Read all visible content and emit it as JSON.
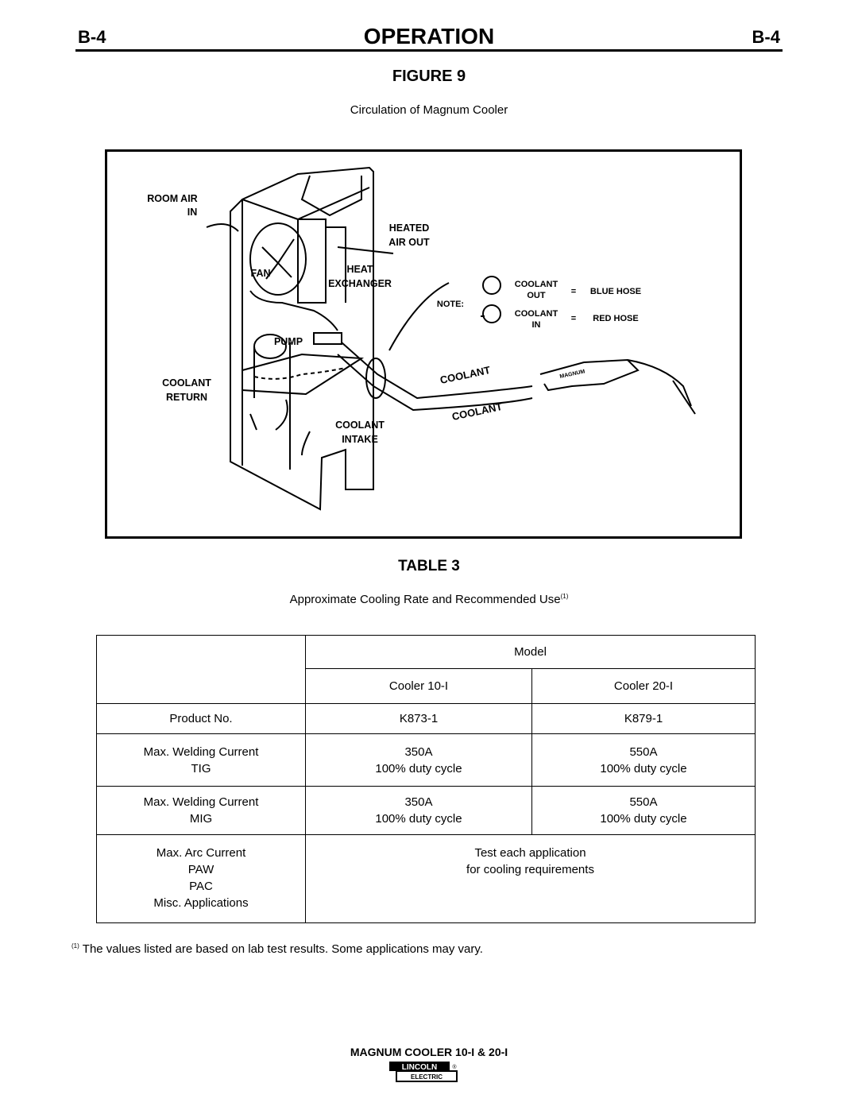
{
  "header": {
    "section_left": "B-4",
    "section_right": "B-4",
    "title": "OPERATION"
  },
  "figure": {
    "title": "FIGURE 9",
    "caption": "Circulation of Magnum Cooler",
    "labels": {
      "room_air_1": "ROOM AIR",
      "room_air_2": "IN",
      "heated_1": "HEATED",
      "heated_2": "AIR OUT",
      "fan": "FAN",
      "heat_1": "HEAT",
      "heat_2": "EXCHANGER",
      "pump": "PUMP",
      "coolant_return_1": "COOLANT",
      "coolant_return_2": "RETURN",
      "coolant_intake_1": "COOLANT",
      "coolant_intake_2": "INTAKE",
      "coolant_hose_top": "COOLANT",
      "coolant_hose_bottom": "COOLANT",
      "torch_brand": "MAGNUM",
      "note": "NOTE:",
      "coolant_out_1": "COOLANT",
      "coolant_out_2": "OUT",
      "coolant_in_1": "COOLANT",
      "coolant_in_2": "IN",
      "equals_1": "=",
      "equals_2": "=",
      "blue_hose": "BLUE HOSE",
      "red_hose": "RED HOSE"
    }
  },
  "table": {
    "title": "TABLE 3",
    "caption": "Approximate Cooling Rate and Recommended Use",
    "caption_note": "(1)",
    "model_header": "Model",
    "models": [
      "Cooler 10-I",
      "Cooler 20-I"
    ],
    "rows": [
      {
        "label": "Product No.",
        "c1": "K873-1",
        "c2": "K879-1"
      },
      {
        "label": "Max. Welding Current\nTIG",
        "c1": "350A\n100% duty cycle",
        "c2": "550A\n100% duty cycle"
      },
      {
        "label": "Max. Welding Current\nMIG",
        "c1": "350A\n100% duty cycle",
        "c2": "550A\n100% duty cycle"
      }
    ],
    "last_row": {
      "label": "Max. Arc Current\nPAW\nPAC\nMisc. Applications",
      "value": "Test each application\nfor cooling requirements"
    }
  },
  "footnote": {
    "marker": "(1)",
    "text": "The values listed are based on lab test results. Some applications may vary."
  },
  "footer": {
    "product": "MAGNUM COOLER 10-I & 20-I",
    "logo_top": "LINCOLN",
    "logo_bottom": "ELECTRIC",
    "logo_mark": "®"
  }
}
